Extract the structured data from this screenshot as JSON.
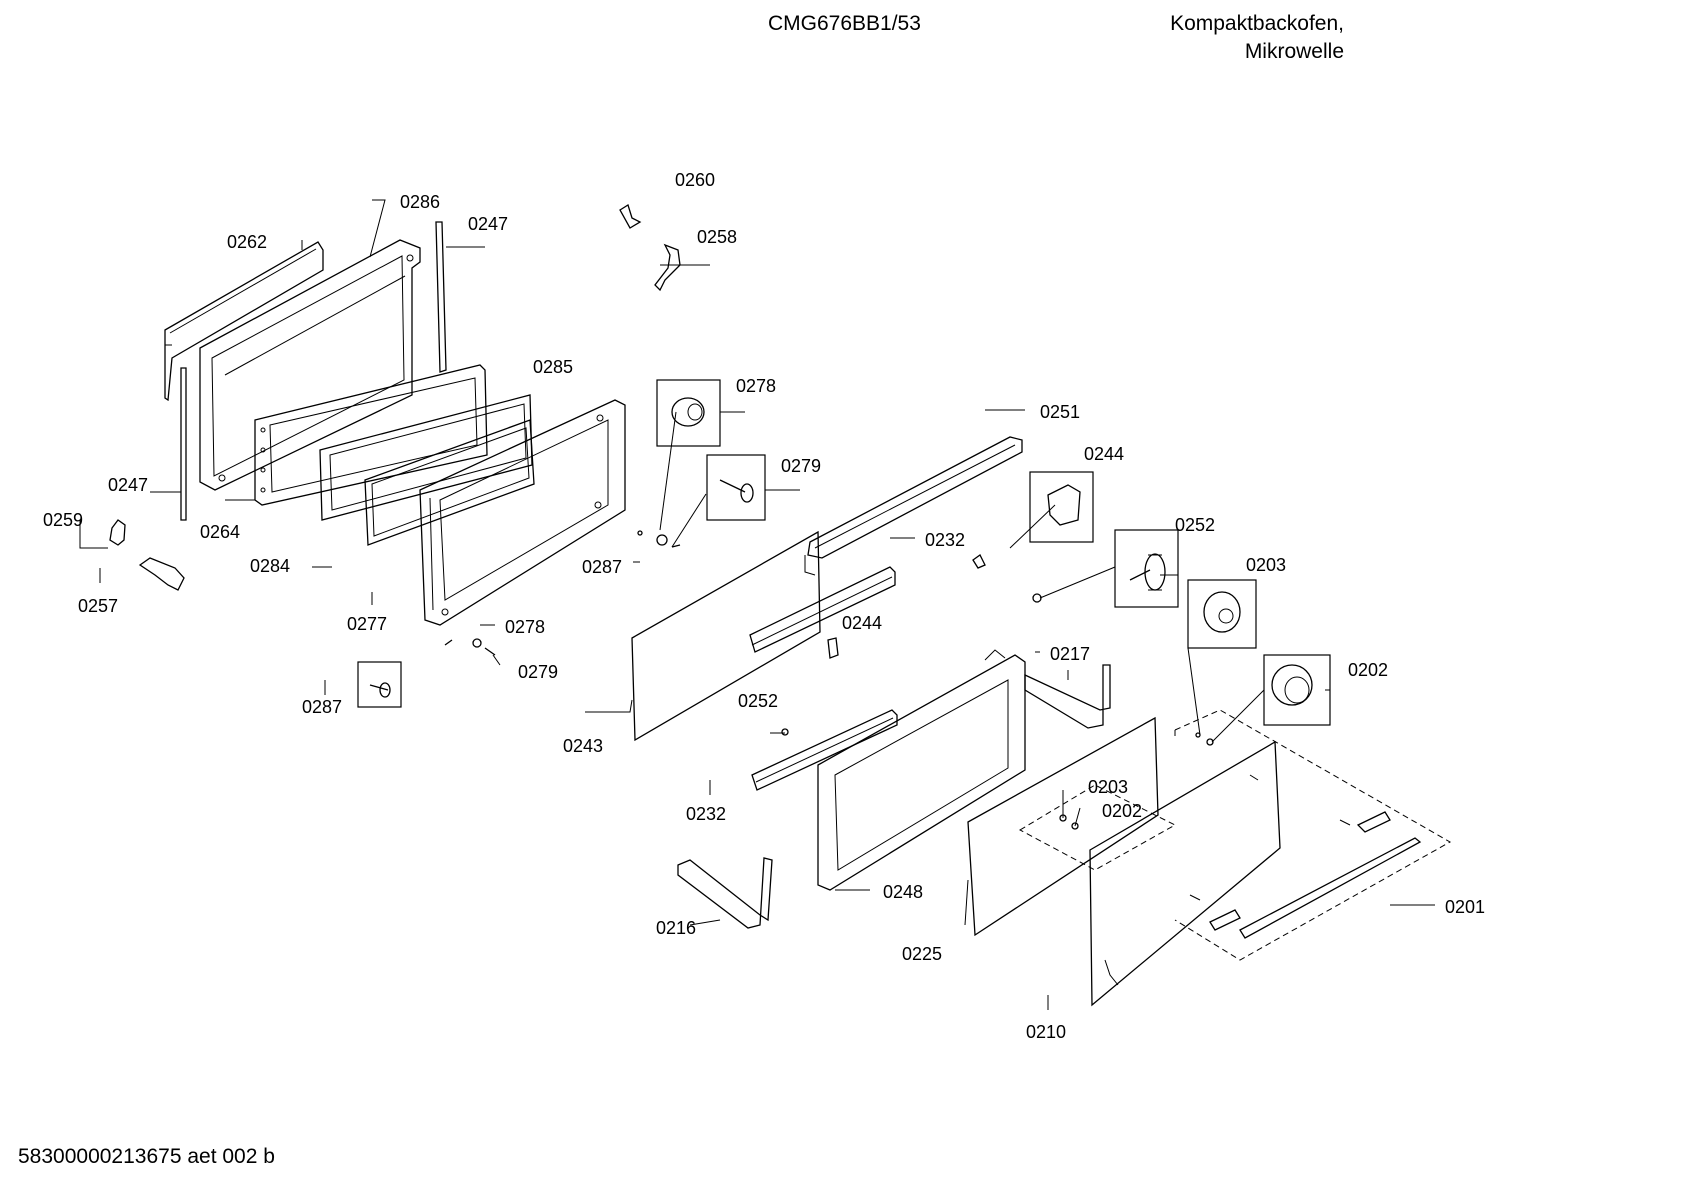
{
  "header": {
    "model": "CMG676BB1/53",
    "description_line1": "Kompaktbackofen,",
    "description_line2": "Mikrowelle"
  },
  "footer": {
    "document_number": "58300000213675 aet 002 b"
  },
  "callouts": {
    "c0260": "0260",
    "c0258": "0258",
    "c0286": "0286",
    "c0262": "0262",
    "c0247a": "0247",
    "c0285": "0285",
    "c0278a": "0278",
    "c0279a": "0279",
    "c0251": "0251",
    "c0244a": "0244",
    "c0247b": "0247",
    "c0259": "0259",
    "c0264": "0264",
    "c0284": "0284",
    "c0287a": "0287",
    "c0232a": "0232",
    "c0252a": "0252",
    "c0203a": "0203",
    "c0257": "0257",
    "c0277": "0277",
    "c0278b": "0278",
    "c0244b": "0244",
    "c0279b": "0279",
    "c0217": "0217",
    "c0202a": "0202",
    "c0287b": "0287",
    "c0252b": "0252",
    "c0243": "0243",
    "c0203b": "0203",
    "c0202b": "0202",
    "c0232b": "0232",
    "c0248": "0248",
    "c0201": "0201",
    "c0216": "0216",
    "c0225": "0225",
    "c0210": "0210"
  }
}
